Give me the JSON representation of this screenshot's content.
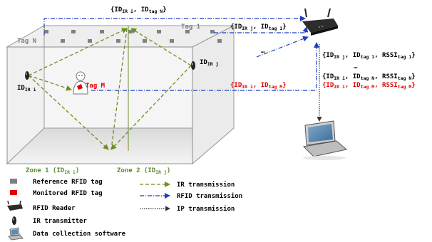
{
  "labels": {
    "top_set": {
      "open": "{ID",
      "s1": "IR i",
      "mid": ", ID",
      "s2": "tag N",
      "close": "}"
    },
    "tag_n": "Tag N",
    "tag_1": "Tag 1",
    "set_tag1": {
      "open": "{ID",
      "s1": "IR j",
      "mid": ", ID",
      "s2": "tag 1",
      "close": "}"
    },
    "ellipsis": "…",
    "id_ir_j": {
      "main": "ID",
      "sub": "IR j"
    },
    "id_ir_i": {
      "main": "ID",
      "sub": "IR i"
    },
    "tag_m": "Tag M",
    "set_tagm": {
      "open": "{ID",
      "s1": "IR i",
      "mid": ", ID",
      "s2": "tag M",
      "close": "}"
    },
    "zone1": {
      "main": "Zone 1 (ID",
      "sub": "IR i",
      "close": ")"
    },
    "zone2": {
      "main": "Zone 2 (ID",
      "sub": "IR j",
      "close": ")"
    }
  },
  "reader_list": [
    {
      "a": "{ID",
      "as": "IR j",
      "b": ", ID",
      "bs": "tag 1",
      "c": ", RSSI",
      "cs": "tag 1",
      "d": "}",
      "color": "#000000"
    },
    {
      "a": "…",
      "as": "",
      "b": "",
      "bs": "",
      "c": "",
      "cs": "",
      "d": "",
      "color": "#000000"
    },
    {
      "a": "{ID",
      "as": "IR i",
      "b": ", ID",
      "bs": "tag N",
      "c": ", RSSI",
      "cs": "tag N",
      "d": "}",
      "color": "#000000"
    },
    {
      "a": "{ID",
      "as": "IR i",
      "b": ", ID",
      "bs": "tag M",
      "c": ", RSSI",
      "cs": "tag M",
      "d": "}",
      "color": "#e00000"
    }
  ],
  "legend": {
    "reference_tag": "Reference RFID tag",
    "monitored_tag": "Monitored RFID tag",
    "reader": "RFID Reader",
    "ir_transmitter": "IR transmitter",
    "software": "Data collection software",
    "ir_transmission": "IR transmission",
    "rfid_transmission": "RFID transmission",
    "ip_transmission": "IP transmission"
  },
  "colors": {
    "ir": "#6b8e23",
    "rfid": "#1f3fbf",
    "monitored": "#e00000",
    "reference": "#808080"
  }
}
